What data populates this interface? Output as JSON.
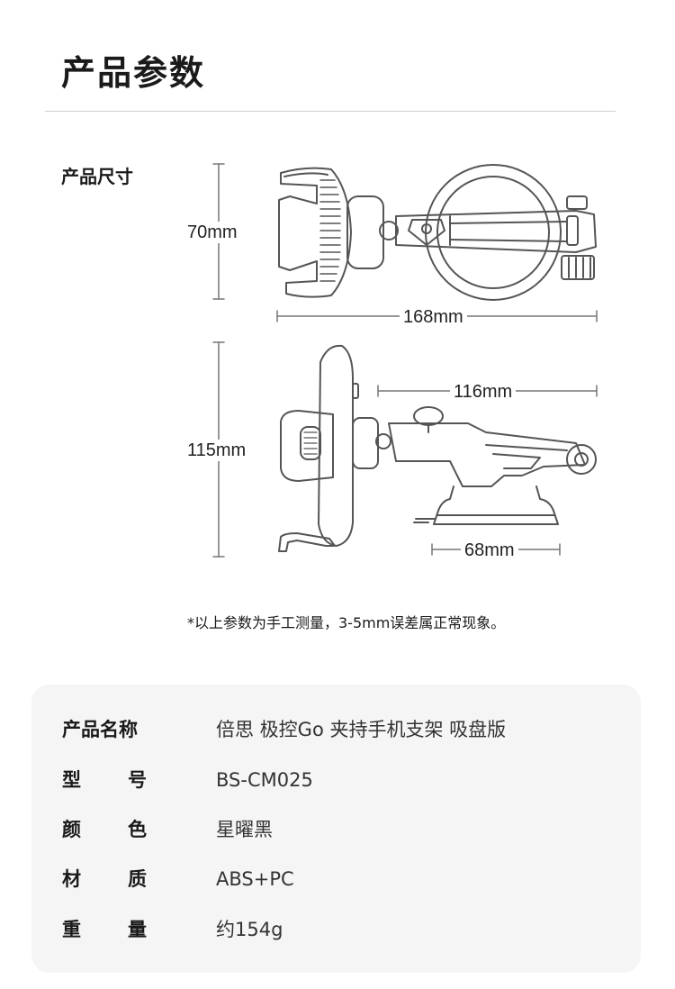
{
  "header": {
    "title": "产品参数"
  },
  "size_section": {
    "label": "产品尺寸",
    "top_view": {
      "height": "70mm",
      "width": "168mm"
    },
    "side_view": {
      "height": "115mm",
      "arm_length": "116mm",
      "base_width": "68mm"
    }
  },
  "footnote": "*以上参数为手工测量，3-5mm误差属正常现象。",
  "specs": [
    {
      "key": "产品名称",
      "value": "倍思 极控Go 夹持手机支架 吸盘版"
    },
    {
      "key": "型号",
      "value": "BS-CM025"
    },
    {
      "key": "颜色",
      "value": "星曜黑"
    },
    {
      "key": "材质",
      "value": "ABS+PC"
    },
    {
      "key": "重量",
      "value": "约154g"
    }
  ],
  "colors": {
    "line": "#555555",
    "card_bg": "#f5f5f5",
    "divider": "#cfcfcf"
  }
}
